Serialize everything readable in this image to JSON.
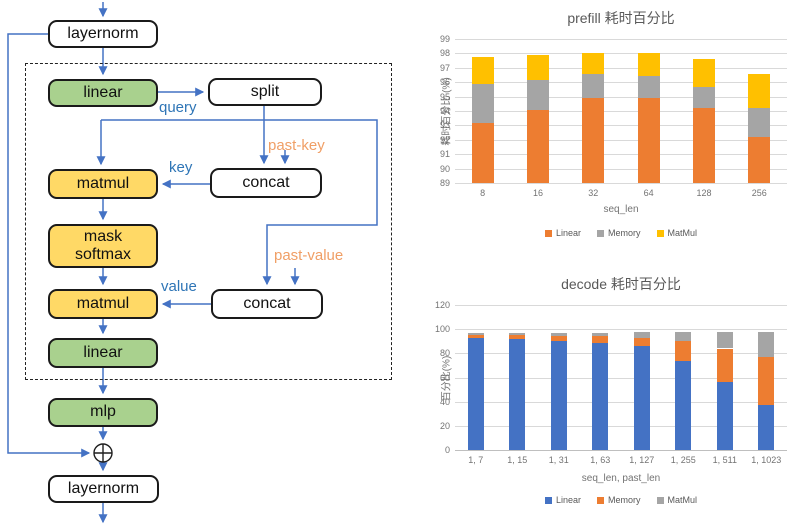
{
  "flowchart": {
    "nodes": {
      "layernorm_in": "layernorm",
      "qkv_linear": "linear",
      "split": "split",
      "matmul_qk": "matmul",
      "concat_key": "concat",
      "mask_softmax": "mask\nsoftmax",
      "matmul_v": "matmul",
      "concat_value": "concat",
      "out_linear": "linear",
      "mlp": "mlp",
      "layernorm_out": "layernorm"
    },
    "edge_labels": {
      "query": "query",
      "key": "key",
      "value": "value",
      "past_key": "past-key",
      "past_value": "past-value"
    },
    "colors": {
      "connector_blue": "#4472c4",
      "box_green": "#a9d18e",
      "box_yellow": "#ffd966",
      "box_white": "#ffffff",
      "label_blue": "#2e75b6",
      "label_orange": "#f09f66"
    }
  },
  "chart_data": [
    {
      "type": "bar",
      "stacked": true,
      "title": "prefill 耗时百分比",
      "xlabel": "seq_len",
      "ylabel": "耗时百分比 (%)",
      "ylim": [
        89,
        99
      ],
      "ytick_step": 1,
      "grid": true,
      "legend_position": "bottom",
      "categories": [
        "8",
        "16",
        "32",
        "64",
        "128",
        "256"
      ],
      "series": [
        {
          "name": "Linear",
          "color": "#ed7d31",
          "values": [
            93.2,
            94.1,
            94.9,
            94.9,
            94.2,
            92.2
          ]
        },
        {
          "name": "Memory",
          "color": "#a5a5a5",
          "values": [
            2.65,
            2.05,
            1.65,
            1.5,
            1.5,
            2.0
          ]
        },
        {
          "name": "MatMul",
          "color": "#ffc000",
          "values": [
            1.9,
            1.75,
            1.5,
            1.6,
            1.9,
            2.35
          ]
        }
      ]
    },
    {
      "type": "bar",
      "stacked": true,
      "title": "decode 耗时百分比",
      "xlabel": "seq_len, past_len",
      "ylabel": "百分比(%)",
      "ylim": [
        0,
        120
      ],
      "ytick_step": 20,
      "grid": true,
      "legend_position": "bottom",
      "categories": [
        "1, 7",
        "1, 15",
        "1, 31",
        "1, 63",
        "1, 127",
        "1, 255",
        "1, 511",
        "1, 1023"
      ],
      "series": [
        {
          "name": "Linear",
          "color": "#4472c4",
          "values": [
            93,
            92,
            90,
            88.5,
            86,
            74,
            56,
            37
          ]
        },
        {
          "name": "Memory",
          "color": "#ed7d31",
          "values": [
            2.5,
            3,
            4.5,
            5.5,
            7,
            16,
            28,
            40
          ]
        },
        {
          "name": "MatMul",
          "color": "#a5a5a5",
          "values": [
            1.5,
            2,
            2.5,
            3,
            4.5,
            7.5,
            13.5,
            20.5
          ]
        }
      ]
    }
  ]
}
